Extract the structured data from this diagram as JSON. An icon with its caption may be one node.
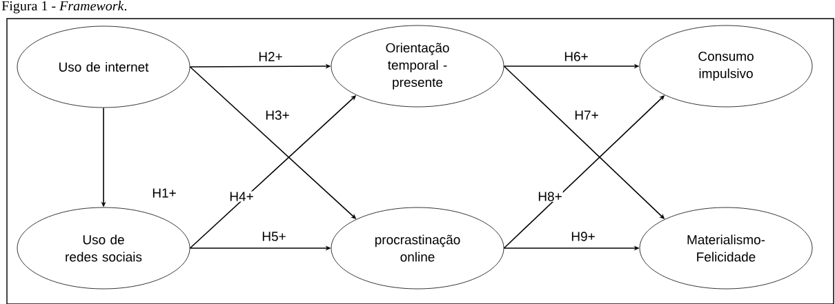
{
  "diagram": {
    "title": "Figura 1 - *Framework*.",
    "nodes": [
      {
        "text": [
          "Uso de internet"
        ]
      },
      {
        "text": [
          "Orientação temporal - presente"
        ]
      },
      {
        "text": [
          "Consumo impulsivo"
        ]
      },
      {
        "text": [
          "Uso de redes sociais"
        ]
      },
      {
        "text": [
          "procrastinação online"
        ]
      },
      {
        "text": [
          "Materialismo- Felicidade"
        ]
      }
    ],
    "edges": [
      {
        "from": 0,
        "to": 3,
        "arrow": "to",
        "label": "H1+"
      },
      {
        "from": 0,
        "to": 1,
        "arrow": "to",
        "label": "H2+"
      },
      {
        "from": 0,
        "to": 4,
        "arrow": "to",
        "label": "H3+"
      },
      {
        "from": 3,
        "to": 1,
        "arrow": "to",
        "label": "H4+"
      },
      {
        "from": 3,
        "to": 4,
        "arrow": "to",
        "label": "H5+"
      },
      {
        "from": 1,
        "to": 2,
        "arrow": "to",
        "label": "H6+"
      },
      {
        "from": 1,
        "to": 5,
        "arrow": "to",
        "label": "H7+"
      },
      {
        "from": 4,
        "to": 2,
        "arrow": "to",
        "label": "H8+"
      },
      {
        "from": 4,
        "to": 5,
        "arrow": "to",
        "label": "H9+"
      }
    ]
  }
}
